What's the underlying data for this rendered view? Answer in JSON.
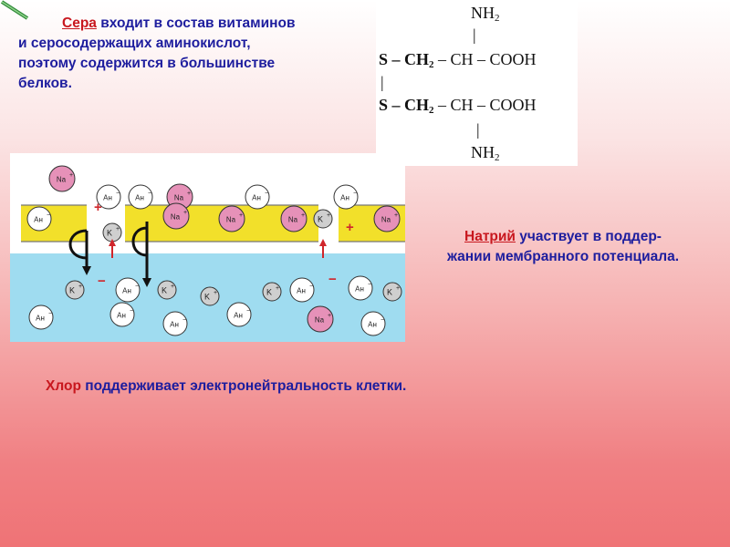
{
  "slide": {
    "sulfur": {
      "keyword": "Сера",
      "rest_line1": " входит в состав витаминов",
      "rest_line2": "и серосодержащих аминокислот,",
      "rest_line3": "поэтому содержится в большинстве",
      "rest_line4": "белков."
    },
    "formula": {
      "nh2_top": "NH",
      "nh2_top_sub": "2",
      "bar_top": "|",
      "row1_s": "S",
      "row1_mid": " – CH",
      "row1_sub": "2",
      "row1_tail": " – CH – COOH",
      "bar_left": "|",
      "row2_s": "S",
      "row2_mid": " – CH",
      "row2_sub": "2",
      "row2_tail": " – CH – COOH",
      "bar_bottom": "|",
      "nh2_bottom": "NH",
      "nh2_bottom_sub": "2"
    },
    "sodium": {
      "keyword": "Натрий",
      "rest_line1": " участвует в поддер-",
      "rest_line2": "жании мембранного потенциала."
    },
    "chlorine": {
      "keyword": "Хлор",
      "rest": " поддерживает электронейтральность клетки."
    },
    "membrane_figure": {
      "na_label": "Na",
      "k_label": "K",
      "anion_label": "Ан",
      "plus_sign": "+",
      "minus_sign": "−",
      "colors": {
        "fluid": "#9fdcf0",
        "membrane": "#f2e02a",
        "na_ion": "#e691b8",
        "k_ion": "#cfcfcf",
        "anion": "#ffffff",
        "sign_plus": "#d0262b",
        "sign_minus": "#d0262b"
      }
    }
  }
}
